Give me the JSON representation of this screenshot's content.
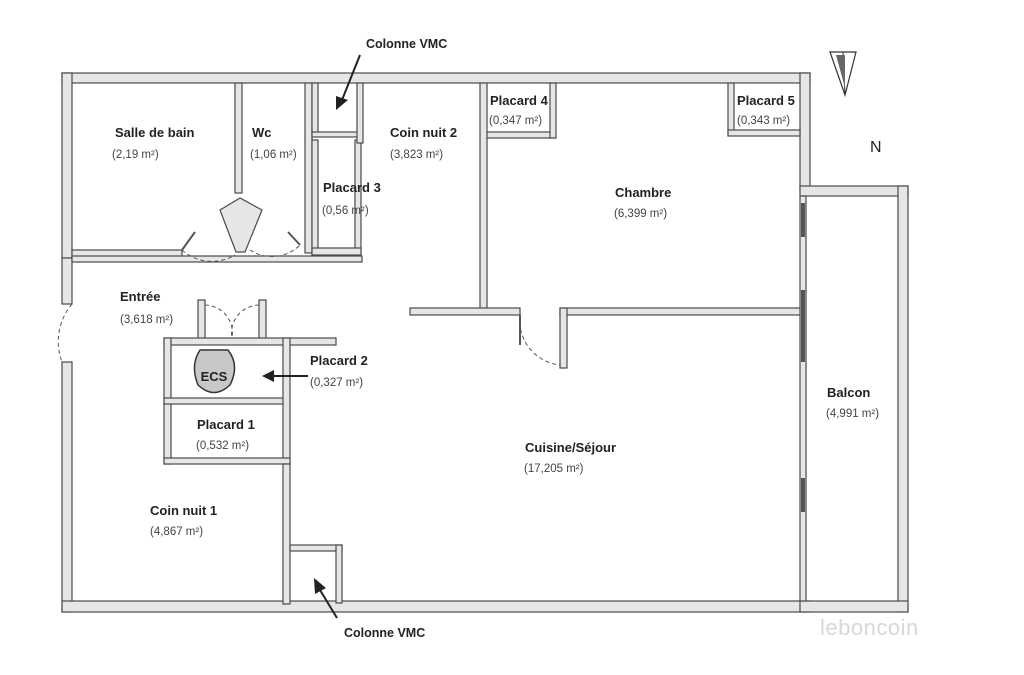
{
  "rooms": [
    {
      "key": "salle_de_bain",
      "name": "Salle de bain",
      "area": "(2,19 m²)"
    },
    {
      "key": "wc",
      "name": "Wc",
      "area": "(1,06 m²)"
    },
    {
      "key": "placard3",
      "name": "Placard 3",
      "area": "(0,56 m²)"
    },
    {
      "key": "coin_nuit_2",
      "name": "Coin nuit 2",
      "area": "(3,823 m²)"
    },
    {
      "key": "placard4",
      "name": "Placard 4",
      "area": "(0,347 m²)"
    },
    {
      "key": "chambre",
      "name": "Chambre",
      "area": "(6,399 m²)"
    },
    {
      "key": "placard5",
      "name": "Placard 5",
      "area": "(0,343 m²)"
    },
    {
      "key": "entree",
      "name": "Entrée",
      "area": "(3,618 m²)"
    },
    {
      "key": "placard2",
      "name": "Placard 2",
      "area": "(0,327 m²)"
    },
    {
      "key": "placard1",
      "name": "Placard 1",
      "area": "(0,532 m²)"
    },
    {
      "key": "cuisine",
      "name": "Cuisine/Séjour",
      "area": "(17,205 m²)"
    },
    {
      "key": "balcon",
      "name": "Balcon",
      "area": "(4,991 m²)"
    },
    {
      "key": "coin_nuit_1",
      "name": "Coin nuit 1",
      "area": "(4,867 m²)"
    }
  ],
  "ecs_label": "ECS",
  "annotations": {
    "colonne_vmc_top": "Colonne VMC",
    "colonne_vmc_bottom": "Colonne VMC"
  },
  "compass": {
    "label": "N"
  },
  "watermark": "leboncoin"
}
